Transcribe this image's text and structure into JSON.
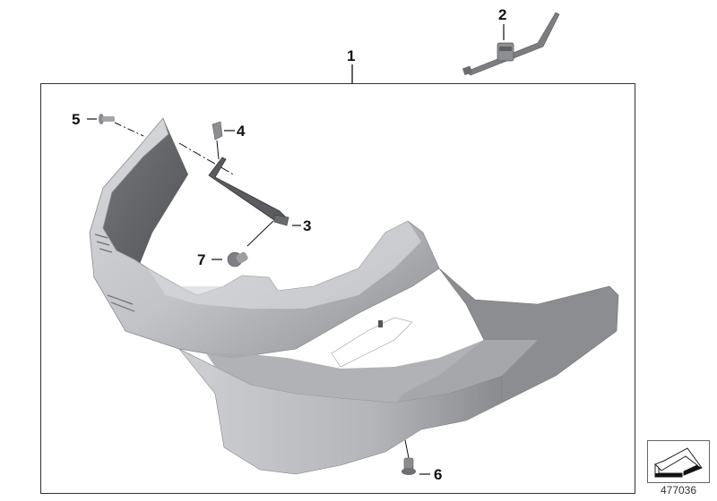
{
  "diagram": {
    "type": "exploded-parts-diagram",
    "subject": "engine spoiler / belly pan assembly",
    "catalog_number": "477036",
    "callouts": [
      {
        "id": "1",
        "label": "1",
        "part": "spoiler assembly (set)"
      },
      {
        "id": "2",
        "label": "2",
        "part": "cable tie with clip"
      },
      {
        "id": "3",
        "label": "3",
        "part": "mounting bracket"
      },
      {
        "id": "4",
        "label": "4",
        "part": "speed nut / clip"
      },
      {
        "id": "5",
        "label": "5",
        "part": "screw"
      },
      {
        "id": "6",
        "label": "6",
        "part": "screw"
      },
      {
        "id": "7",
        "label": "7",
        "part": "screw"
      }
    ]
  },
  "colors": {
    "frame": "#333333",
    "part_light": "#c8c9cc",
    "part_mid": "#9a9b9f",
    "part_dark": "#6d6e72",
    "label": "#111111"
  }
}
